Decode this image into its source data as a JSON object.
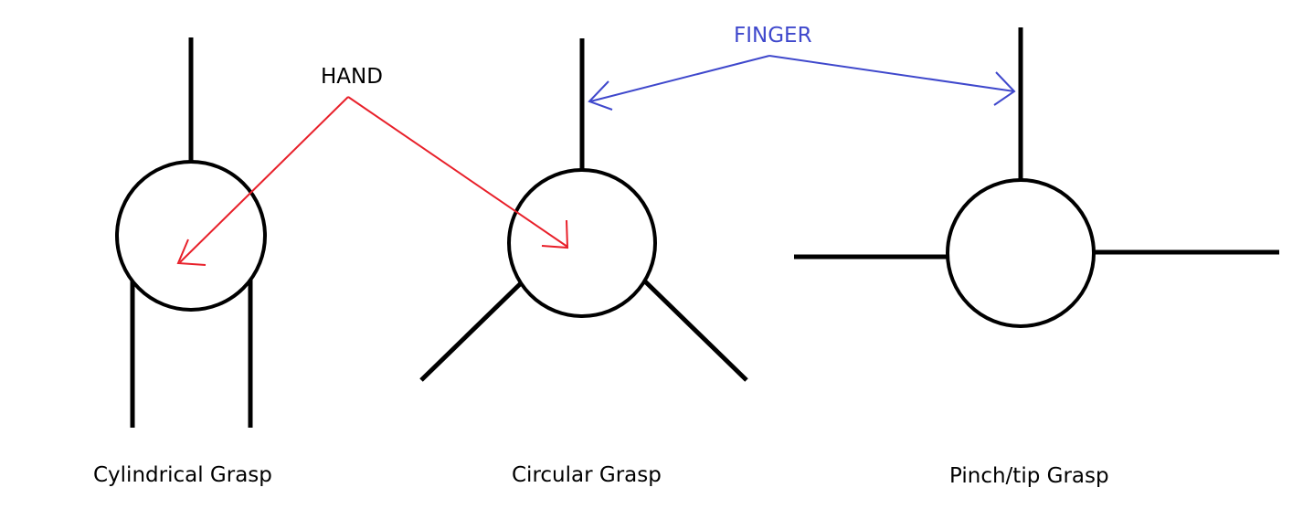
{
  "labels": {
    "hand": "HAND",
    "finger": "FINGER"
  },
  "captions": {
    "cylindrical": "Cylindrical Grasp",
    "circular": "Circular Grasp",
    "pinch_tip": "Pinch/tip Grasp"
  },
  "colors": {
    "hand_arrow": "#e8202a",
    "finger_arrow": "#3f48cc",
    "finger_text": "#3f48cc",
    "hand_text": "#000000",
    "lines": "#000000",
    "background": "#ffffff"
  }
}
